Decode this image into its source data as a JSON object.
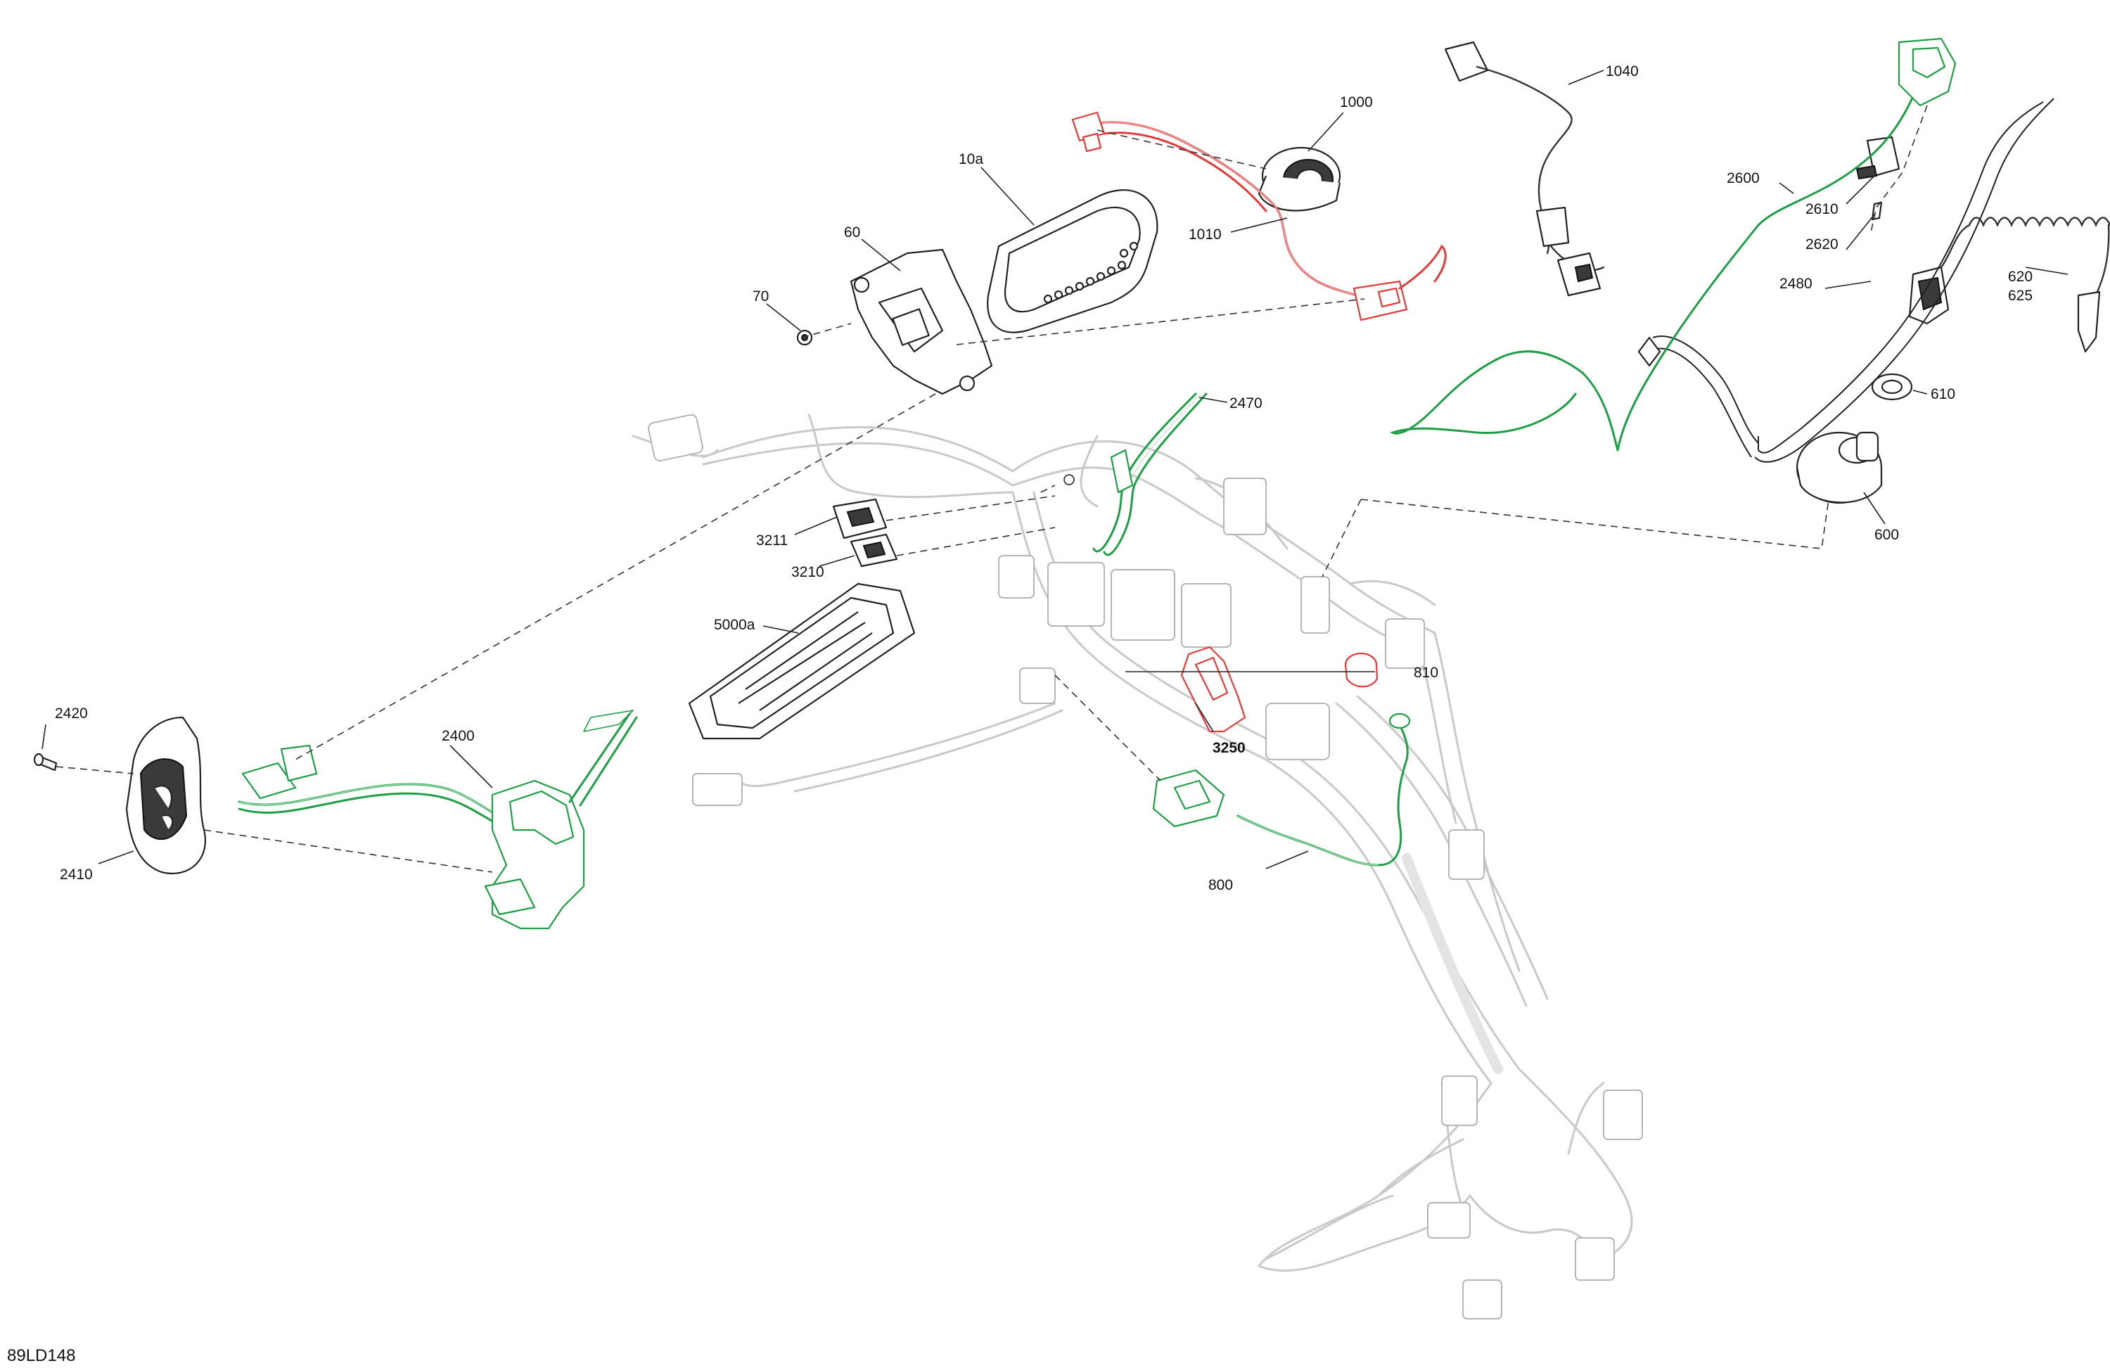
{
  "diagram_code": "89LD148",
  "callouts": {
    "c10a": "10a",
    "c60": "60",
    "c70": "70",
    "c1000": "1000",
    "c1010": "1010",
    "c1040": "1040",
    "c2600": "2600",
    "c2610": "2610",
    "c2620": "2620",
    "c2480": "2480",
    "c620": "620",
    "c625": "625",
    "c610": "610",
    "c600": "600",
    "c2470": "2470",
    "c3211": "3211",
    "c3210": "3210",
    "c5000a": "5000a",
    "c810": "810",
    "c3250": "3250",
    "c800": "800",
    "c2420": "2420",
    "c2400": "2400",
    "c2410": "2410"
  },
  "colors": {
    "highlight_green": "#1f9e47",
    "highlight_red": "#e23b3b",
    "outline_black": "#222222",
    "frame_grey": "#c9c9c9"
  }
}
